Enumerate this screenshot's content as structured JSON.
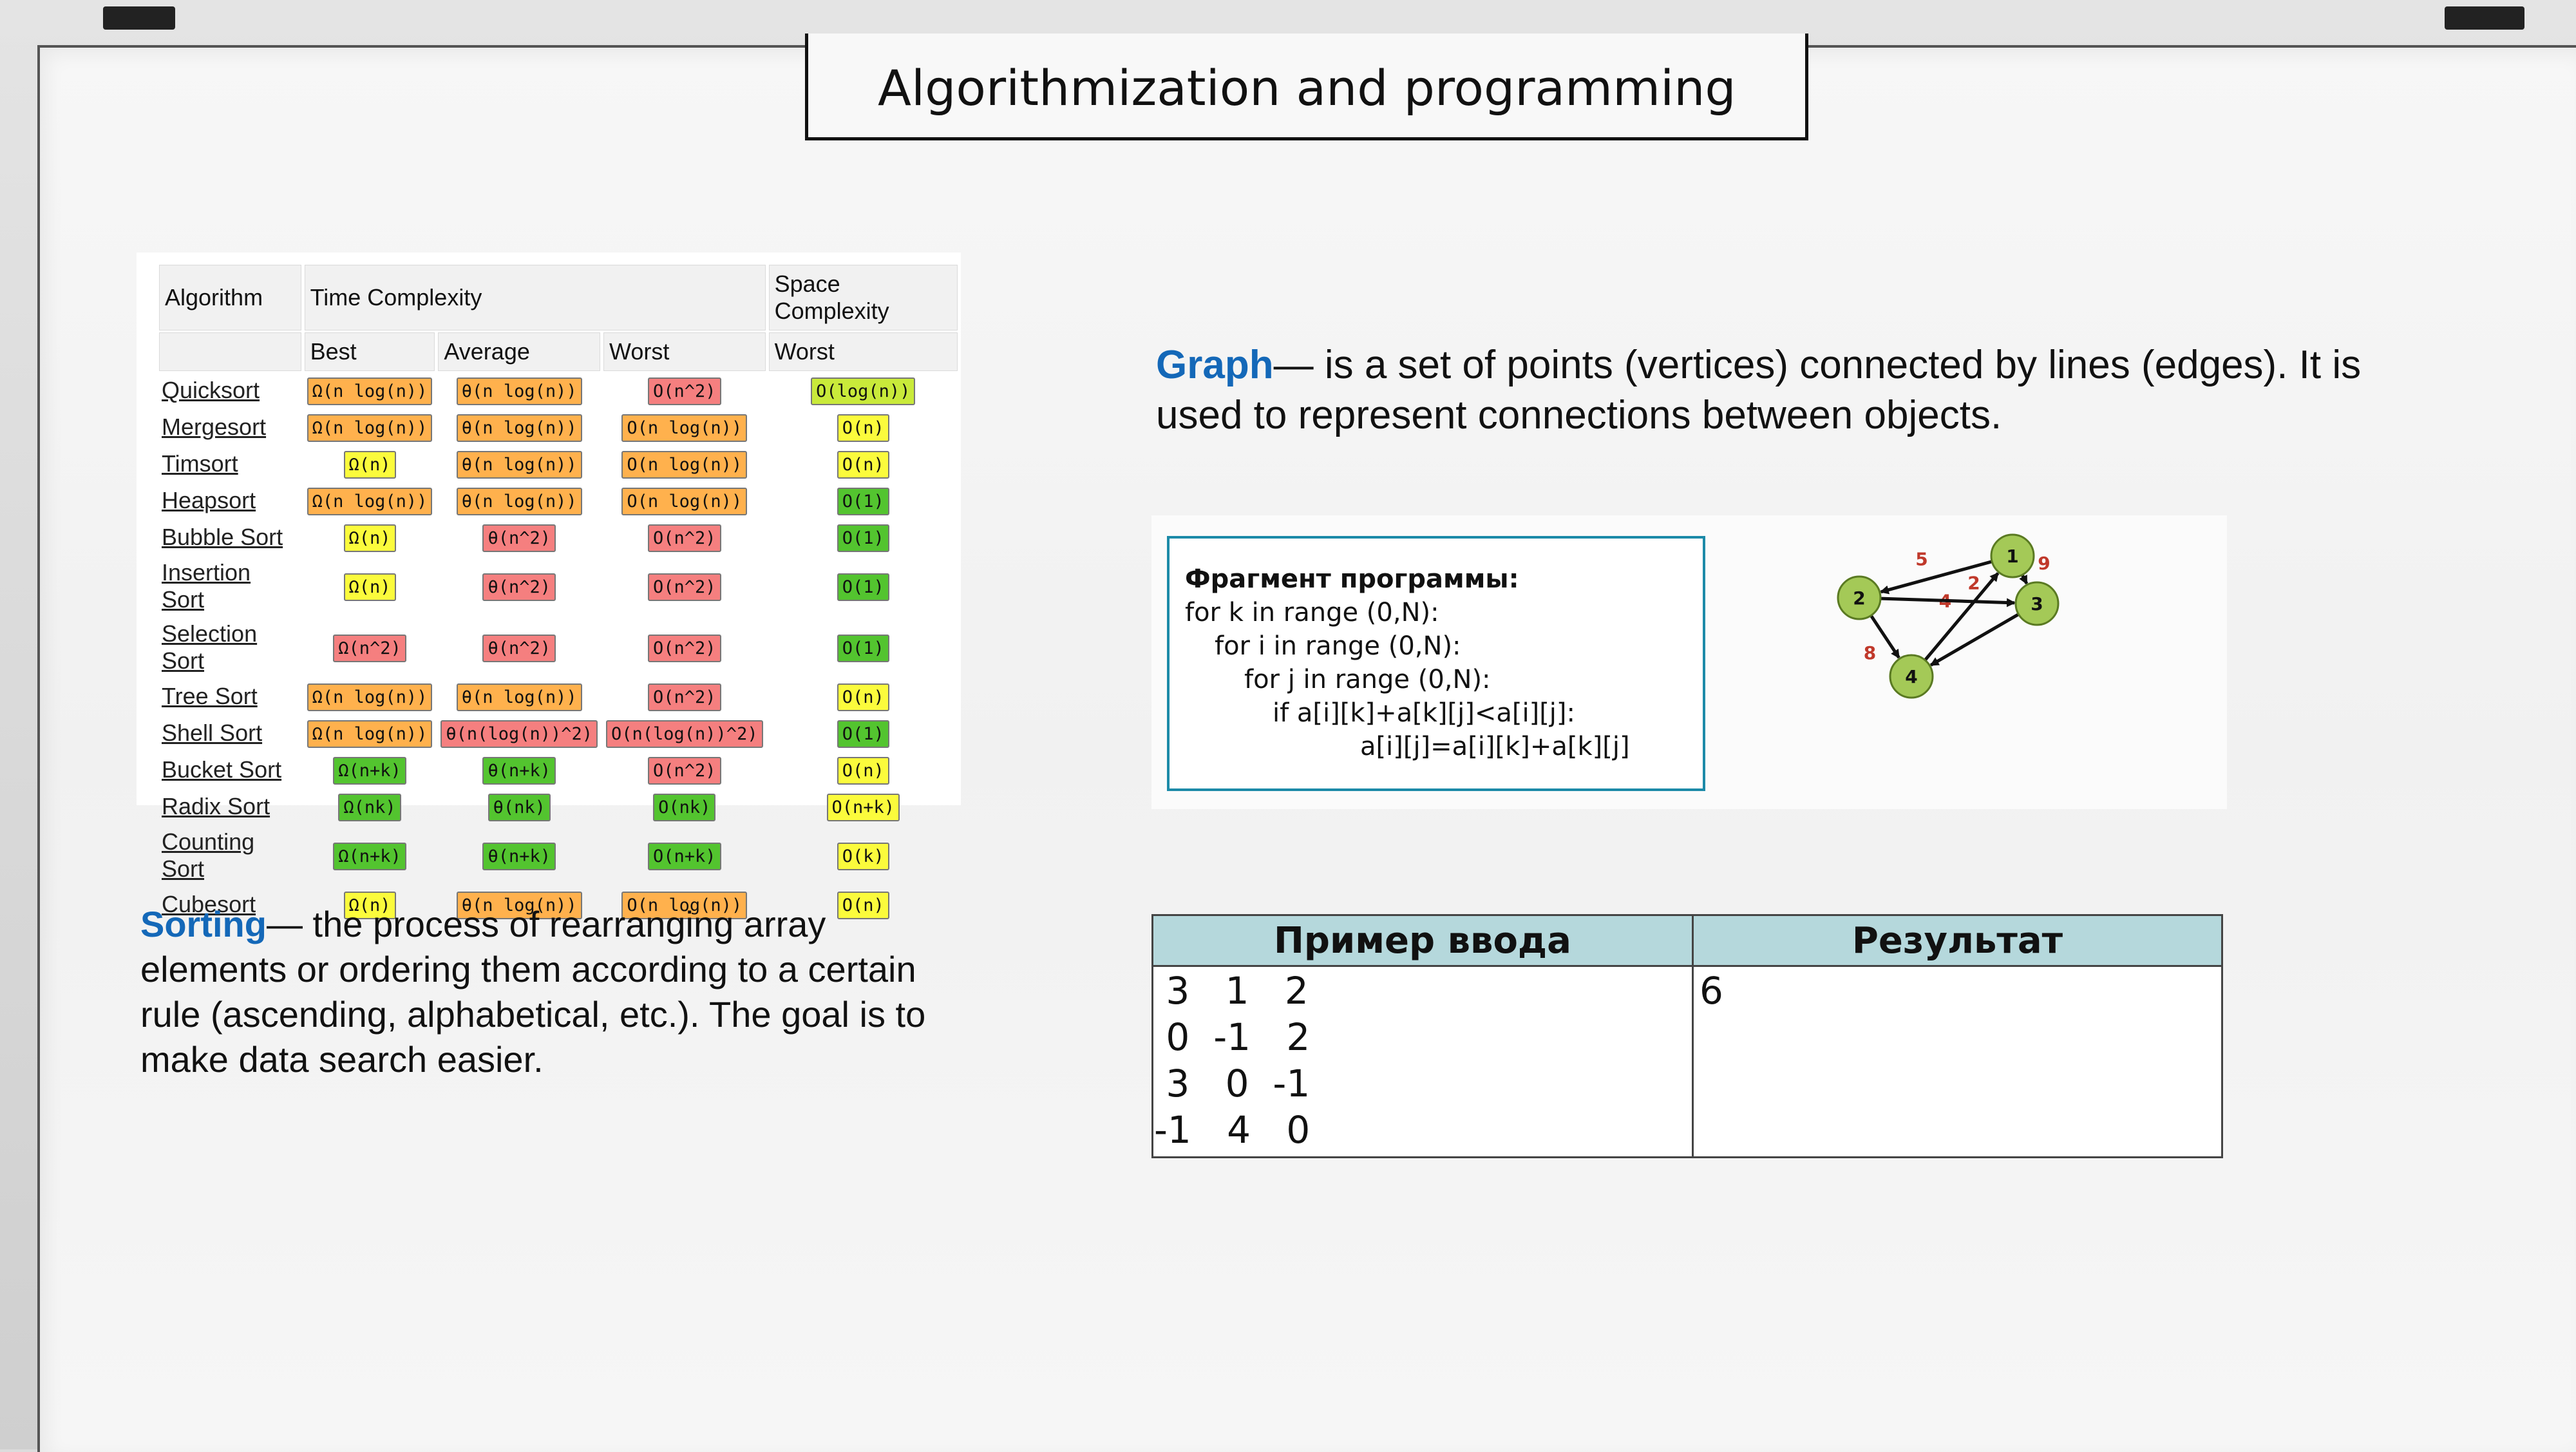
{
  "slide": {
    "title": "Algorithmization and programming"
  },
  "complexity_table": {
    "headers": {
      "algorithm": "Algorithm",
      "time_complexity": "Time Complexity",
      "space_complexity": "Space Complexity",
      "best": "Best",
      "average": "Average",
      "worst": "Worst",
      "space_worst": "Worst"
    },
    "rows": [
      {
        "name": "Quicksort",
        "best": "Ω(n log(n))",
        "best_color": "#ffb14d",
        "avg": "θ(n log(n))",
        "avg_color": "#ffb14d",
        "worst": "O(n^2)",
        "worst_color": "#f57f7f",
        "space": "O(log(n))",
        "space_color": "#c9ea3a"
      },
      {
        "name": "Mergesort",
        "best": "Ω(n log(n))",
        "best_color": "#ffb14d",
        "avg": "θ(n log(n))",
        "avg_color": "#ffb14d",
        "worst": "O(n log(n))",
        "worst_color": "#ffb14d",
        "space": "O(n)",
        "space_color": "#fbfb3c"
      },
      {
        "name": "Timsort",
        "best": "Ω(n)",
        "best_color": "#fbfb3c",
        "avg": "θ(n log(n))",
        "avg_color": "#ffb14d",
        "worst": "O(n log(n))",
        "worst_color": "#ffb14d",
        "space": "O(n)",
        "space_color": "#fbfb3c"
      },
      {
        "name": "Heapsort",
        "best": "Ω(n log(n))",
        "best_color": "#ffb14d",
        "avg": "θ(n log(n))",
        "avg_color": "#ffb14d",
        "worst": "O(n log(n))",
        "worst_color": "#ffb14d",
        "space": "O(1)",
        "space_color": "#53c42f"
      },
      {
        "name": "Bubble Sort",
        "best": "Ω(n)",
        "best_color": "#fbfb3c",
        "avg": "θ(n^2)",
        "avg_color": "#f57f7f",
        "worst": "O(n^2)",
        "worst_color": "#f57f7f",
        "space": "O(1)",
        "space_color": "#53c42f"
      },
      {
        "name": "Insertion Sort",
        "best": "Ω(n)",
        "best_color": "#fbfb3c",
        "avg": "θ(n^2)",
        "avg_color": "#f57f7f",
        "worst": "O(n^2)",
        "worst_color": "#f57f7f",
        "space": "O(1)",
        "space_color": "#53c42f"
      },
      {
        "name": "Selection Sort",
        "best": "Ω(n^2)",
        "best_color": "#f57f7f",
        "avg": "θ(n^2)",
        "avg_color": "#f57f7f",
        "worst": "O(n^2)",
        "worst_color": "#f57f7f",
        "space": "O(1)",
        "space_color": "#53c42f"
      },
      {
        "name": "Tree Sort",
        "best": "Ω(n log(n))",
        "best_color": "#ffb14d",
        "avg": "θ(n log(n))",
        "avg_color": "#ffb14d",
        "worst": "O(n^2)",
        "worst_color": "#f57f7f",
        "space": "O(n)",
        "space_color": "#fbfb3c"
      },
      {
        "name": "Shell Sort",
        "best": "Ω(n log(n))",
        "best_color": "#ffb14d",
        "avg": "θ(n(log(n))^2)",
        "avg_color": "#f57f7f",
        "worst": "O(n(log(n))^2)",
        "worst_color": "#f57f7f",
        "space": "O(1)",
        "space_color": "#53c42f"
      },
      {
        "name": "Bucket Sort",
        "best": "Ω(n+k)",
        "best_color": "#53c42f",
        "avg": "θ(n+k)",
        "avg_color": "#53c42f",
        "worst": "O(n^2)",
        "worst_color": "#f57f7f",
        "space": "O(n)",
        "space_color": "#fbfb3c"
      },
      {
        "name": "Radix Sort",
        "best": "Ω(nk)",
        "best_color": "#53c42f",
        "avg": "θ(nk)",
        "avg_color": "#53c42f",
        "worst": "O(nk)",
        "worst_color": "#53c42f",
        "space": "O(n+k)",
        "space_color": "#fbfb3c"
      },
      {
        "name": "Counting Sort",
        "best": "Ω(n+k)",
        "best_color": "#53c42f",
        "avg": "θ(n+k)",
        "avg_color": "#53c42f",
        "worst": "O(n+k)",
        "worst_color": "#53c42f",
        "space": "O(k)",
        "space_color": "#fbfb3c"
      },
      {
        "name": "Cubesort",
        "best": "Ω(n)",
        "best_color": "#fbfb3c",
        "avg": "θ(n log(n))",
        "avg_color": "#ffb14d",
        "worst": "O(n log(n))",
        "worst_color": "#ffb14d",
        "space": "O(n)",
        "space_color": "#fbfb3c"
      }
    ]
  },
  "sorting": {
    "term": "Sorting",
    "definition": "— the process of rearranging array elements or ordering them according to a certain rule (ascending, alphabetical, etc.). The goal is to make data search easier."
  },
  "graph_def": {
    "term": "Graph",
    "definition": "— is a set of points (vertices) connected by lines (edges). It is used to represent connections between objects."
  },
  "code": {
    "heading": "Фрагмент программы:",
    "lines": [
      "for k in range (0,N):",
      "for i in range (0,N):",
      "for j in range (0,N):",
      "if a[i][k]+a[k][j]<a[i][j]:",
      "a[i][j]=a[i][k]+a[k][j]"
    ]
  },
  "graph": {
    "node_color": "#a4c957",
    "edge_label_color": "#c0392b",
    "nodes": [
      "1",
      "2",
      "3",
      "4"
    ],
    "edges": [
      {
        "from": "1",
        "to": "2",
        "weight": "5"
      },
      {
        "from": "1",
        "to": "3",
        "weight": "9"
      },
      {
        "from": "4",
        "to": "1",
        "weight": "4"
      },
      {
        "from": "2",
        "to": "3",
        "weight": "2"
      },
      {
        "from": "2",
        "to": "4",
        "weight": "8"
      },
      {
        "from": "3",
        "to": "4",
        "weight": ""
      }
    ]
  },
  "io_table": {
    "input_header": "Пример ввода",
    "result_header": "Результат",
    "input_lines": [
      " 3   1   2",
      " 0  -1   2",
      " 3   0  -1",
      "-1   4   0"
    ],
    "result": "6",
    "header_color": "#b5d8dc"
  }
}
